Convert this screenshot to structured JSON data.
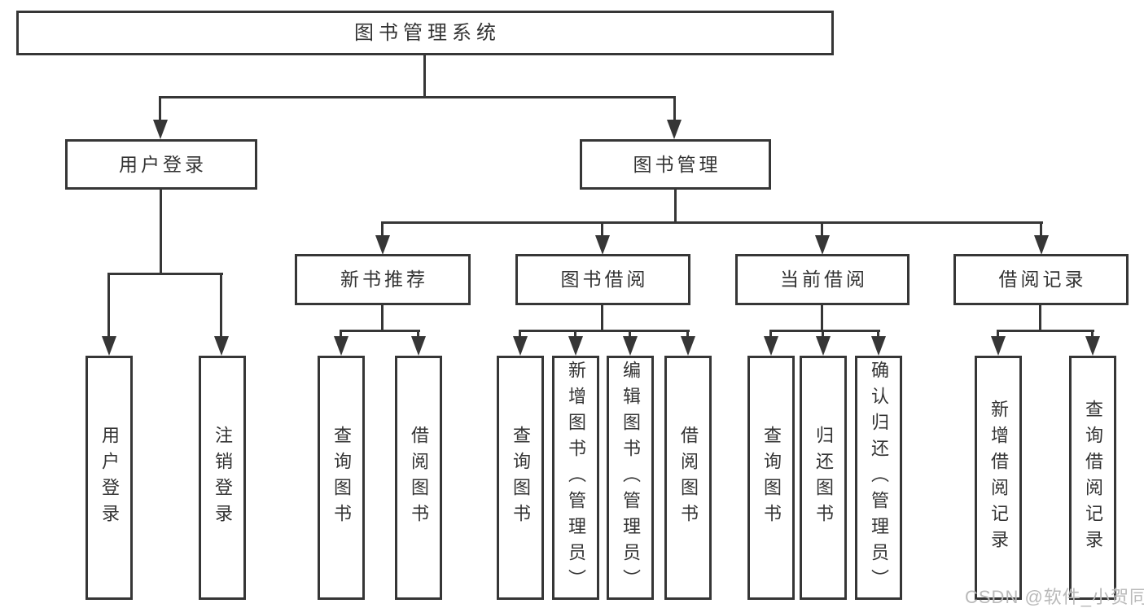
{
  "diagram": {
    "title": "图书管理系统",
    "level2": [
      {
        "label": "用户登录"
      },
      {
        "label": "图书管理"
      }
    ],
    "level3": [
      {
        "label": "新书推荐"
      },
      {
        "label": "图书借阅"
      },
      {
        "label": "当前借阅"
      },
      {
        "label": "借阅记录"
      }
    ],
    "leaves": [
      {
        "label": "用户登录"
      },
      {
        "label": "注销登录"
      },
      {
        "label": "查询图书"
      },
      {
        "label": "借阅图书"
      },
      {
        "label": "查询图书"
      },
      {
        "label": "新增图书（管理员）"
      },
      {
        "label": "编辑图书（管理员）"
      },
      {
        "label": "借阅图书"
      },
      {
        "label": "查询图书"
      },
      {
        "label": "归还图书"
      },
      {
        "label": "确认归还（管理员）"
      },
      {
        "label": "新增借阅记录"
      },
      {
        "label": "查询借阅记录"
      }
    ],
    "watermark": "CSDN @软件_小贺同学",
    "colors": {
      "line": "#363636",
      "text": "#333333",
      "watermark": "#b9b9b9",
      "background": "#ffffff"
    }
  }
}
